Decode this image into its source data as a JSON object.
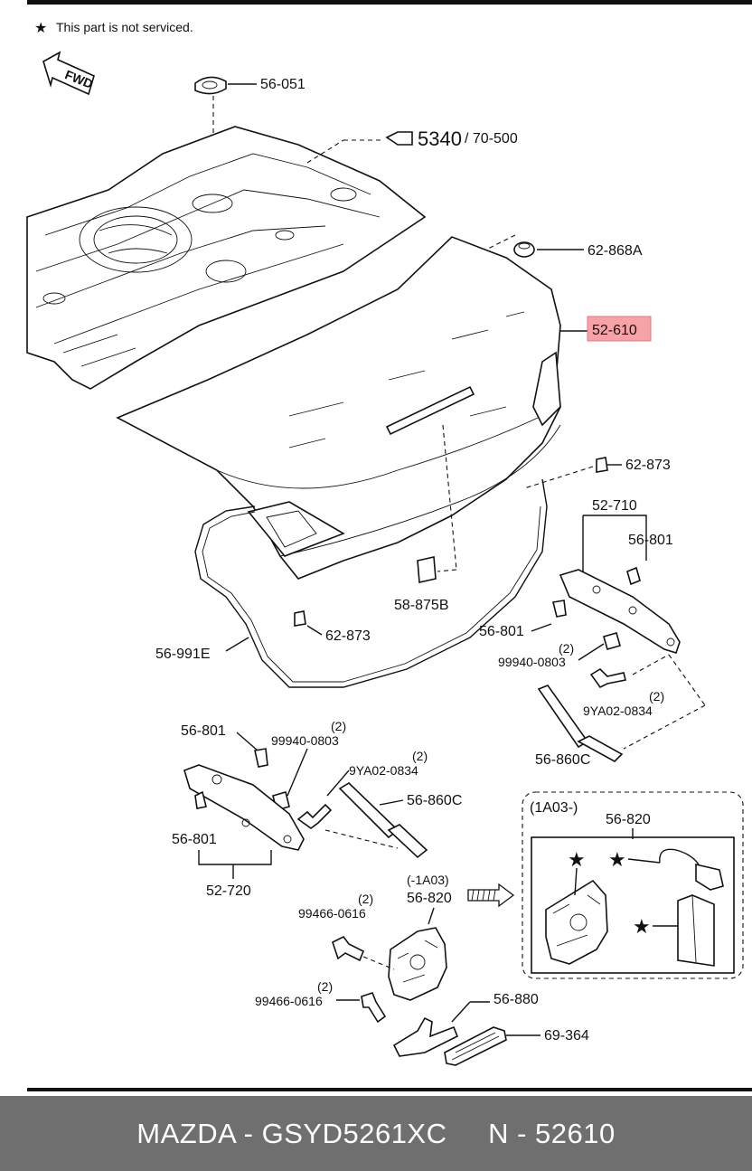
{
  "note": "This part is not serviced.",
  "fwd": "FWD",
  "labels": {
    "l_56051": "56-051",
    "l_5340": "5340",
    "l_70500": "/ 70-500",
    "l_62868a": "62-868A",
    "l_52610": "52-610",
    "l_62873a": "62-873",
    "l_52710": "52-710",
    "l_56801a": "56-801",
    "l_58875b": "58-875B",
    "l_56801b": "56-801",
    "l_62873b": "62-873",
    "l_99940a": "99940-0803",
    "l_99940a_q": "(2)",
    "l_56991e": "56-991E",
    "l_9ya02a": "9YA02-0834",
    "l_9ya02a_q": "(2)",
    "l_56860ca": "56-860C",
    "l_56801c": "56-801",
    "l_99940b": "99940-0803",
    "l_99940b_q": "(2)",
    "l_9ya02b": "9YA02-0834",
    "l_9ya02b_q": "(2)",
    "l_56860cb": "56-860C",
    "l_56801d": "56-801",
    "l_52720": "52-720",
    "l_1a03": "(-1A03)",
    "l_56820a": "56-820",
    "l_99466a": "99466-0616",
    "l_99466a_q": "(2)",
    "l_99466b": "99466-0616",
    "l_99466b_q": "(2)",
    "l_56880": "56-880",
    "l_69364": "69-364",
    "l_1a03box": "(1A03-)",
    "l_56820b": "56-820"
  },
  "highlight_color": "#f6a3a8",
  "footer": {
    "text": "MAZDA - GSYD5261XC     N - 52610"
  }
}
